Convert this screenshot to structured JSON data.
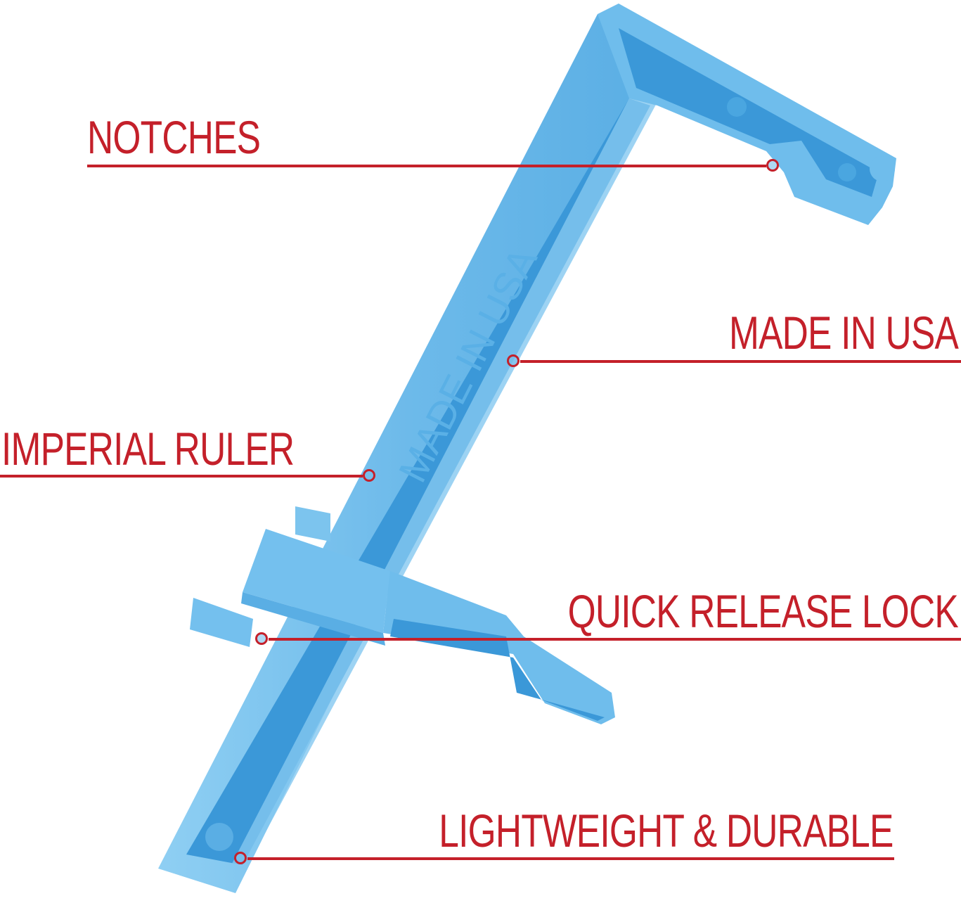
{
  "colors": {
    "accent_red": "#c4202a",
    "plastic_light": "#7cc4ee",
    "plastic_mid": "#4aa6e0",
    "plastic_dark": "#2a86cc",
    "background": "#ffffff"
  },
  "product": {
    "name": "blue plastic bar clamp",
    "embossed_text": "MADE IN USA"
  },
  "callouts": [
    {
      "id": "notches",
      "label": "NOTCHES",
      "side": "left"
    },
    {
      "id": "made-in-usa",
      "label": "MADE IN USA",
      "side": "right"
    },
    {
      "id": "imperial-ruler",
      "label": "IMPERIAL RULER",
      "side": "left"
    },
    {
      "id": "quick-release-lock",
      "label": "QUICK RELEASE LOCK",
      "side": "right"
    },
    {
      "id": "lightweight-durable",
      "label": "LIGHTWEIGHT & DURABLE",
      "side": "right"
    }
  ]
}
